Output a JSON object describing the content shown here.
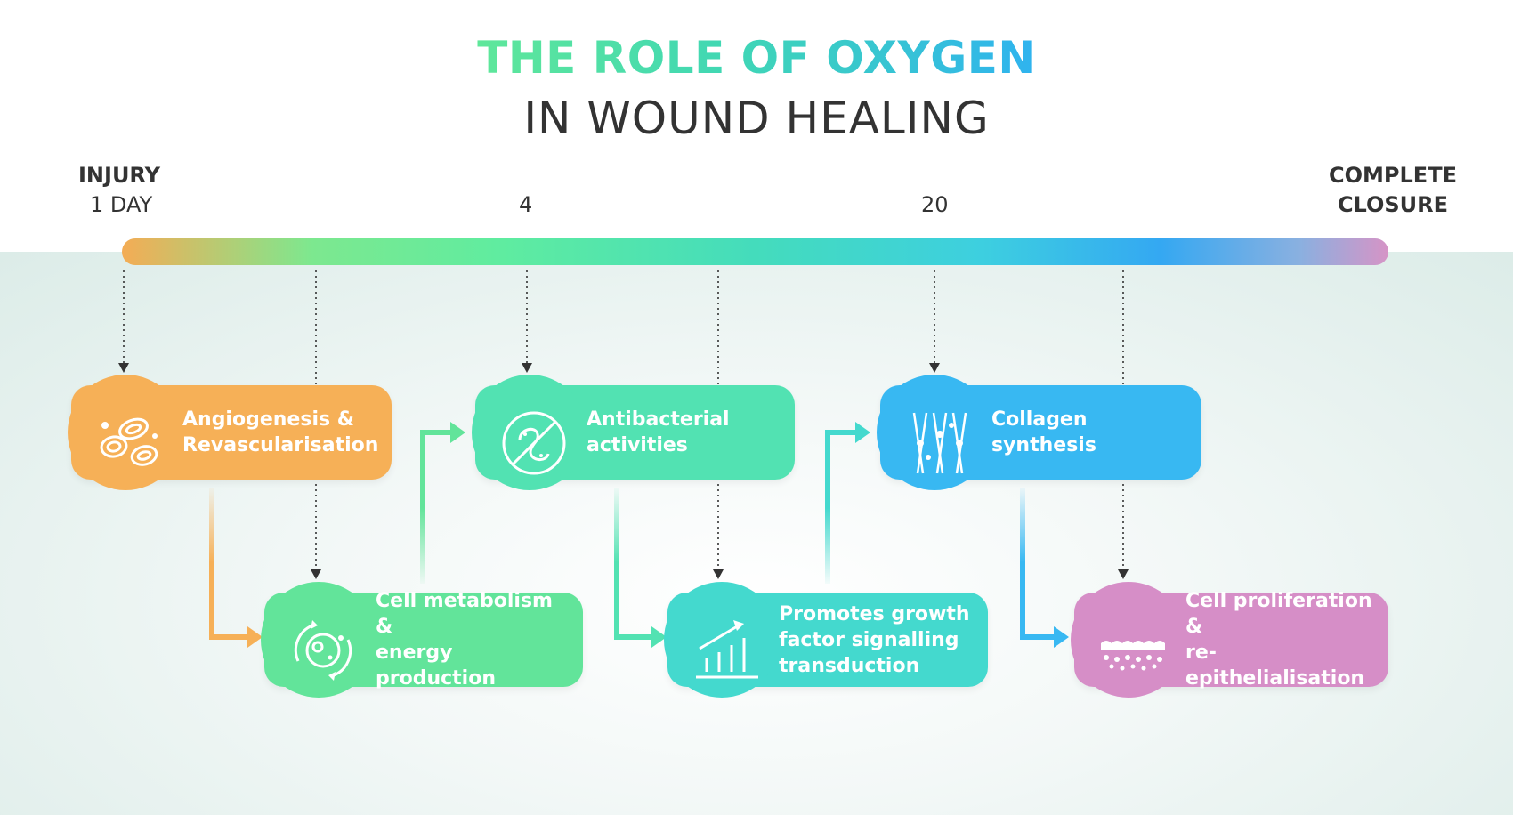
{
  "title": {
    "line1": "THE ROLE OF OXYGEN",
    "line2": "IN WOUND HEALING"
  },
  "timeline": {
    "start_label": "INJURY",
    "start_day": "1 DAY",
    "mid1": "4",
    "mid2": "20",
    "end_line1": "COMPLETE",
    "end_line2": "CLOSURE"
  },
  "colors": {
    "orange": "#f6b057",
    "green": "#62e49a",
    "teal1": "#52e2b2",
    "teal2": "#44d9ce",
    "blue": "#38b8f2",
    "pink": "#d68ec7"
  },
  "nodes": [
    {
      "label": "Angiogenesis &\nRevascularisation",
      "icon": "red-blood-cells-icon"
    },
    {
      "label": "Cell metabolism &\nenergy production",
      "icon": "cell-cycle-icon"
    },
    {
      "label": "Antibacterial\nactivities",
      "icon": "no-bacteria-icon"
    },
    {
      "label": "Promotes growth\nfactor signalling\ntransduction",
      "icon": "growth-chart-icon"
    },
    {
      "label": "Collagen\nsynthesis",
      "icon": "collagen-fibers-icon"
    },
    {
      "label": "Cell proliferation &\nre-epithelialisation",
      "icon": "skin-layer-icon"
    }
  ]
}
